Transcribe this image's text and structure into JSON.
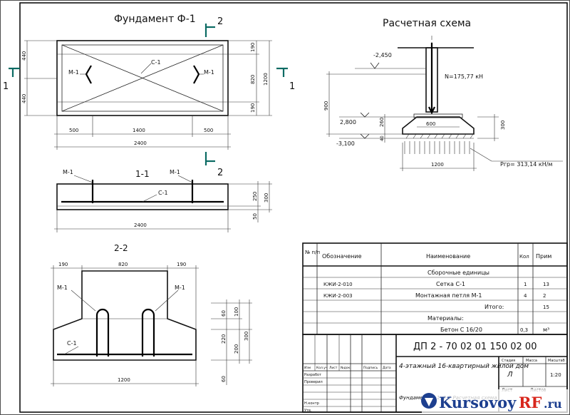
{
  "titles": {
    "foundation": "Фундамент Ф-1",
    "calc_scheme": "Расчетная схема",
    "section_1": "1-1",
    "section_2": "2-2"
  },
  "cut_marks": {
    "one": "1",
    "two": "2"
  },
  "plan": {
    "mesh_label": "С-1",
    "loop_label": "М-1",
    "dims": {
      "left_top": "440",
      "left_bottom": "440",
      "right_top": "190",
      "right_mid": "820",
      "right_bottom": "190",
      "right_total": "1200",
      "bottom_left": "500",
      "bottom_mid": "1400",
      "bottom_right": "500",
      "bottom_total": "2400"
    }
  },
  "section_1_1": {
    "loop_label": "М-1",
    "mesh_label": "С-1",
    "dims": {
      "right_a": "250",
      "right_b": "300",
      "right_c": "50",
      "total": "2400"
    }
  },
  "section_2_2": {
    "loop_label": "М-1",
    "mesh_label": "С-1",
    "dims": {
      "top_left": "190",
      "top_mid": "820",
      "top_right": "190",
      "right_a": "60",
      "right_b": "100",
      "right_c": "220",
      "right_d": "200",
      "right_e": "300",
      "right_f": "60",
      "total": "1200"
    }
  },
  "scheme": {
    "level_top": "-2,450",
    "load": "N=175,77 кН",
    "level_mid": "2,800",
    "level_bottom": "-3,100",
    "dim_900": "900",
    "dim_600": "600",
    "dim_260": "260",
    "dim_40": "40",
    "dim_300": "300",
    "dim_1200": "1200",
    "pressure": "Pгр= 313,14  кН/м"
  },
  "spec": {
    "headers": {
      "pos": "№ п/п",
      "designation": "Обозначение",
      "name": "Наименование",
      "qty": "Кол",
      "note": "Прим"
    },
    "rows": [
      {
        "pos": "",
        "designation": "",
        "name": "Сборочные единицы",
        "qty": "",
        "note": ""
      },
      {
        "pos": "",
        "designation": "КЖИ-2-010",
        "name": "Сетка С-1",
        "qty": "1",
        "note": "13"
      },
      {
        "pos": "",
        "designation": "КЖИ-2-003",
        "name": "Монтажная петля М-1",
        "qty": "4",
        "note": "2"
      },
      {
        "pos": "",
        "designation": "",
        "name": "Итого:",
        "qty": "",
        "note": "15"
      },
      {
        "pos": "",
        "designation": "",
        "name": "Материалы:",
        "qty": "",
        "note": ""
      },
      {
        "pos": "",
        "designation": "",
        "name": "Бетон С 16/20",
        "qty": "0,3",
        "note": "м³"
      }
    ]
  },
  "stamp": {
    "code": "ДП 2 - 70 02 01 150 02 00",
    "project": "4-этажный 16-квартирный жилой дом",
    "stage_header": "Стадия",
    "mass_header": "Масса",
    "scale_header": "Масштаб",
    "stage": "Л",
    "scale": "1:20",
    "sheet": "Лист",
    "sheets": "Листов",
    "drawing_title": "Фундамент Ф-1, 2-2 Расчетная схема",
    "cols": [
      "Изм",
      "Кол.уч",
      "Лист",
      "№док.",
      "Подпись",
      "Дата"
    ],
    "roles": [
      "Разработ",
      "Проверил",
      "",
      "Н.контр",
      "Утв."
    ]
  },
  "watermark": {
    "text_a": "Kursovoy",
    "text_b": "RF",
    "text_c": ".ru"
  }
}
